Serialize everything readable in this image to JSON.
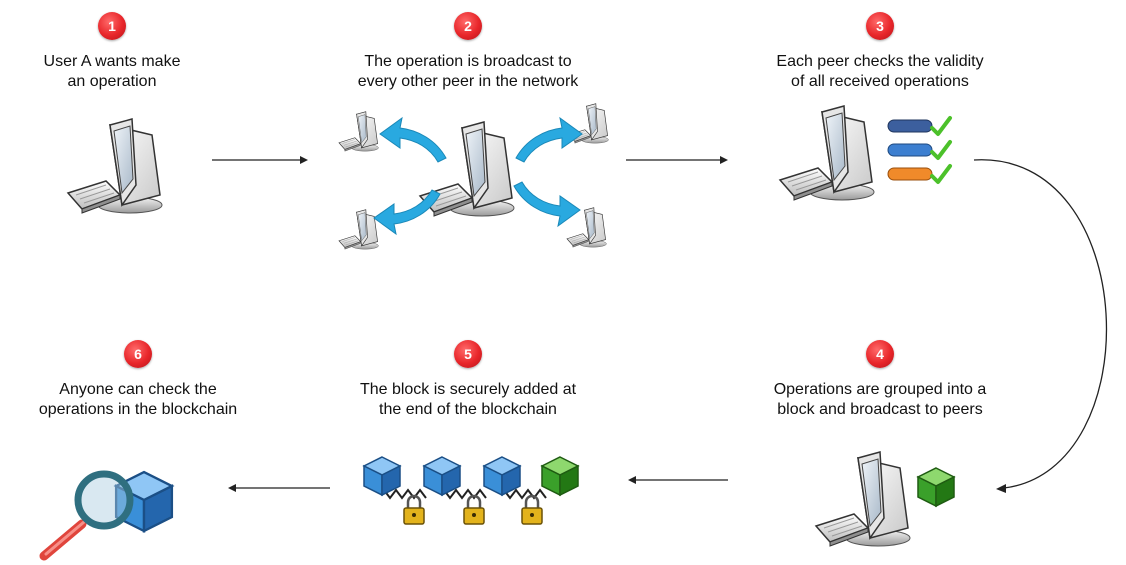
{
  "steps": [
    {
      "number": "1",
      "line1": "User A wants make",
      "line2": "an operation"
    },
    {
      "number": "2",
      "line1": "The operation is broadcast to",
      "line2": "every other peer in the network"
    },
    {
      "number": "3",
      "line1": "Each peer checks the validity",
      "line2": "of all received operations"
    },
    {
      "number": "4",
      "line1": "Operations are grouped into a",
      "line2": "block and broadcast to peers"
    },
    {
      "number": "5",
      "line1": "The block is securely added at",
      "line2": "the end of the blockchain"
    },
    {
      "number": "6",
      "line1": "Anyone can check the",
      "line2": "operations in the blockchain"
    }
  ],
  "colors": {
    "badge": "#e8262a",
    "broadcast_arrow": "#29a9e0",
    "block_blue": "#3a8fd8",
    "block_green": "#3aa02a",
    "lock": "#e3b31c",
    "check": "#4cc12a",
    "op_blue_dark": "#3c5f9e",
    "op_blue": "#3d7fd0",
    "op_orange": "#f08a2a",
    "magnifier_handle": "#e0453c"
  },
  "icons": [
    "computer-icon",
    "small-computer-icon",
    "broadcast-arrow-icon",
    "operation-bar-icon",
    "checkmark-icon",
    "block-icon",
    "padlock-icon",
    "magnifier-icon",
    "flow-arrow"
  ]
}
